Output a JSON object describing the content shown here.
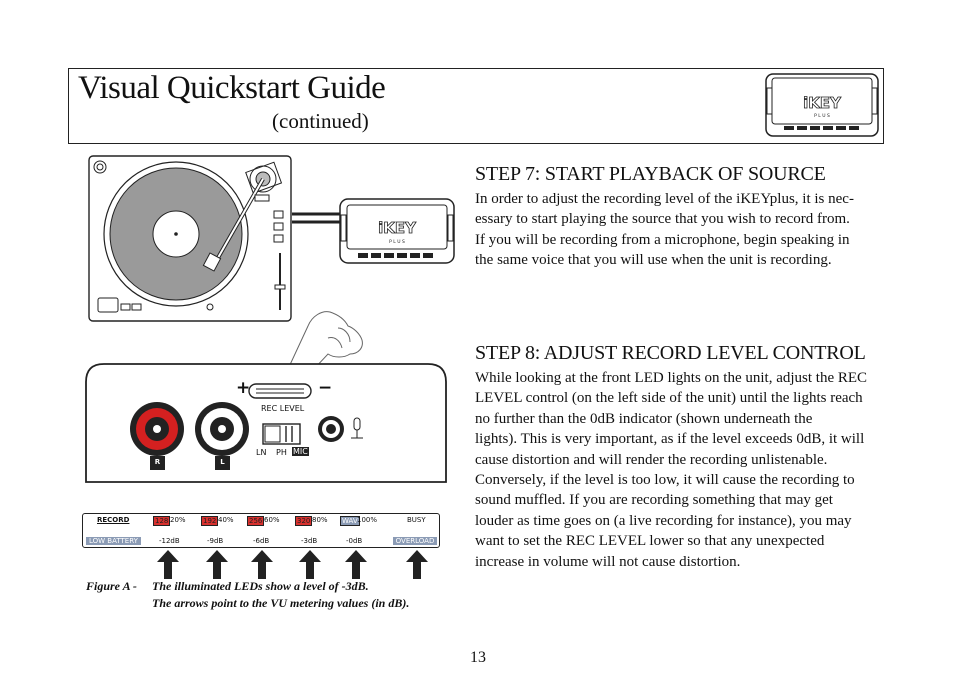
{
  "header": {
    "title": "Visual Quickstart Guide",
    "subtitle": "(continued)"
  },
  "device": {
    "logo_text": "iKEY",
    "logo_sub": "P L U S"
  },
  "step7": {
    "title": "STEP 7: START PLAYBACK OF SOURCE",
    "lines": [
      "In order to adjust the recording level of the iKEYplus, it is nec-",
      "essary to start playing the source that you wish to record from.",
      "If you will be recording from a microphone, begin speaking in",
      "the same voice that you will use when the unit is recording."
    ]
  },
  "step8": {
    "title": "STEP 8: ADJUST RECORD LEVEL CONTROL",
    "lines": [
      "While looking at the front LED lights on the unit, adjust the REC",
      "LEVEL control (on the left side of the unit) until the lights reach",
      "no further than the 0dB indicator (shown underneath the",
      "lights). This is very important, as if the level exceeds 0dB, it will",
      "cause distortion and will render the recording unlistenable.",
      "Conversely, if the level is too low, it will cause the recording to",
      "sound muffled.  If you are recording something that may get",
      "louder as time goes on (a live recording for instance), you may",
      "want to set the REC LEVEL lower so that any unexpected",
      "increase in volume will not cause distortion."
    ]
  },
  "panel": {
    "plus": "+",
    "minus": "−",
    "rec_level": "REC LEVEL",
    "right_label": "R",
    "left_label": "L",
    "switch_ln": "LN",
    "switch_ph": "PH",
    "switch_mic": "MIC"
  },
  "meter": {
    "record": "RECORD",
    "low_battery": "LOW BATTERY",
    "busy": "BUSY",
    "overload": "OVERLOAD",
    "cells": [
      {
        "badge": "128",
        "pct": "20%",
        "db": "-12dB"
      },
      {
        "badge": "192",
        "pct": "40%",
        "db": "-9dB"
      },
      {
        "badge": "256",
        "pct": "60%",
        "db": "-6dB"
      },
      {
        "badge": "320",
        "pct": "80%",
        "db": "-3dB"
      },
      {
        "badge": "WAV",
        "pct": "100%",
        "db": "-0dB"
      }
    ],
    "lit_color": "#d8312e"
  },
  "figure": {
    "label": "Figure A -",
    "line1": "The illuminated LEDs show a level of -3dB.",
    "line2": "The arrows point to the VU metering values (in dB)."
  },
  "page_number": "13"
}
